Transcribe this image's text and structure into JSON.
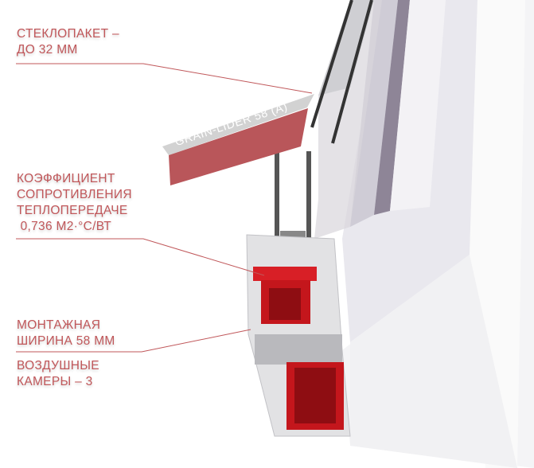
{
  "labels": {
    "glass": [
      "СТЕКЛОПАКЕТ –",
      "ДО 32 ММ"
    ],
    "coef": [
      "КОЭФФИЦИЕНТ",
      "СОПРОТИВЛЕНИЯ",
      "ТЕПЛОПЕРЕДАЧЕ",
      " 0,736 М2·°С/ВТ"
    ],
    "width": [
      "МОНТАЖНАЯ",
      "ШИРИНА 58 ММ"
    ],
    "chambers": [
      "ВОЗДУШНЫЕ",
      "КАМЕРЫ – 3"
    ]
  },
  "tag": "GRAIN-LIDER 58 (A)",
  "colors": {
    "accent": "#c0575a",
    "reinforcement": "#c4161c"
  }
}
